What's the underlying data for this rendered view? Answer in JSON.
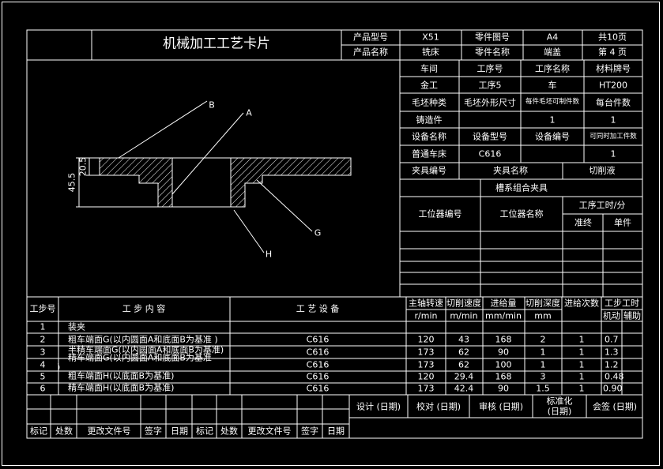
{
  "card": {
    "title": "机械加工工艺卡片",
    "product_model_label": "产品型号",
    "product_model": "X51",
    "part_no_label": "零件图号",
    "part_no": "A4",
    "total_pages": "共10页",
    "product_name_label": "产品名称",
    "product_name": "铣床",
    "part_name_label": "零件名称",
    "part_name": "端盖",
    "page_no": "第 4 页"
  },
  "info": {
    "workshop_label": "车间",
    "op_no_label": "工序号",
    "op_name_label": "工序名称",
    "material_label": "材料牌号",
    "workshop": "金工",
    "op_no": "工序5",
    "op_name": "车",
    "material": "HT200",
    "blank_type_label": "毛坯种类",
    "blank_size_label": "毛坯外形尺寸",
    "per_blank_label": "每件毛坯可制件数",
    "per_machine_label": "每台件数",
    "blank_type": "铸造件",
    "per_blank": "1",
    "per_machine": "1",
    "equip_name_label": "设备名称",
    "equip_model_label": "设备型号",
    "equip_no_label": "设备编号",
    "simul_label": "可同时加工件数",
    "equip_name": "普通车床",
    "equip_model": "C616",
    "simul": "1",
    "fixture_no_label": "夹具编号",
    "fixture_name_label": "夹具名称",
    "coolant_label": "切削液",
    "fixture_name": "槽系组合夹具",
    "station_no_label": "工位器编号",
    "station_name_label": "工位器名称",
    "op_time_label": "工序工时/分",
    "prep_label": "准终",
    "unit_label": "单件"
  },
  "drawing": {
    "labels": {
      "B": "B",
      "A": "A",
      "G": "G",
      "H": "H"
    },
    "dim_outer": "45.5",
    "dim_inner": "20.5"
  },
  "steps_header": {
    "step_no": "工步号",
    "content": "工  步  内  容",
    "equipment": "工  艺  设  备",
    "speed": "主轴转速",
    "speed_unit": "r/min",
    "cut_speed": "切削速度",
    "cut_speed_unit": "m/min",
    "feed": "进给量",
    "feed_unit": "mm/min",
    "depth": "切削深度",
    "depth_unit": "mm",
    "passes": "进给次数",
    "step_time": "工步工时",
    "machine_time": "机动",
    "aux_time": "辅助"
  },
  "steps": [
    {
      "no": "1",
      "content": "装夹",
      "equip": "",
      "speed": "",
      "cut": "",
      "feed": "",
      "depth": "",
      "passes": "",
      "mt": ""
    },
    {
      "no": "2",
      "content": "粗车端面G(以内圆面A和底面B为基准 )",
      "equip": "C616",
      "speed": "120",
      "cut": "43",
      "feed": "168",
      "depth": "2",
      "passes": "1",
      "mt": "0.7"
    },
    {
      "no": "3",
      "content": "半精车端面G(以内圆面A和底面B为基准)",
      "equip": "C616",
      "speed": "173",
      "cut": "62",
      "feed": "90",
      "depth": "1",
      "passes": "1",
      "mt": "1.3"
    },
    {
      "no": "4",
      "content": "精车端面G(以内圆面A和底面B为基准",
      "equip": "C616",
      "speed": "173",
      "cut": "62",
      "feed": "100",
      "depth": "1",
      "passes": "1",
      "mt": "1.2"
    },
    {
      "no": "5",
      "content": "粗车端面H(以底面B为基准)",
      "equip": "C616",
      "speed": "120",
      "cut": "29.4",
      "feed": "168",
      "depth": "3",
      "passes": "1",
      "mt": "0.48"
    },
    {
      "no": "6",
      "content": "精车端面H(以底面B为基准)",
      "equip": "C616",
      "speed": "173",
      "cut": "42.4",
      "feed": "90",
      "depth": "1.5",
      "passes": "1",
      "mt": "0.90"
    }
  ],
  "step4_wrap": ")",
  "footer": {
    "design": "设计 (日期)",
    "check": "校对 (日期)",
    "review": "审核 (日期)",
    "standard": "标准化",
    "standard_date": "(日期)",
    "sign": "会签 (日期)",
    "revision": [
      "标记",
      "处数",
      "更改文件号",
      "签字",
      "日期",
      "标记",
      "处数",
      "更改文件号",
      "签字",
      "日期"
    ]
  }
}
